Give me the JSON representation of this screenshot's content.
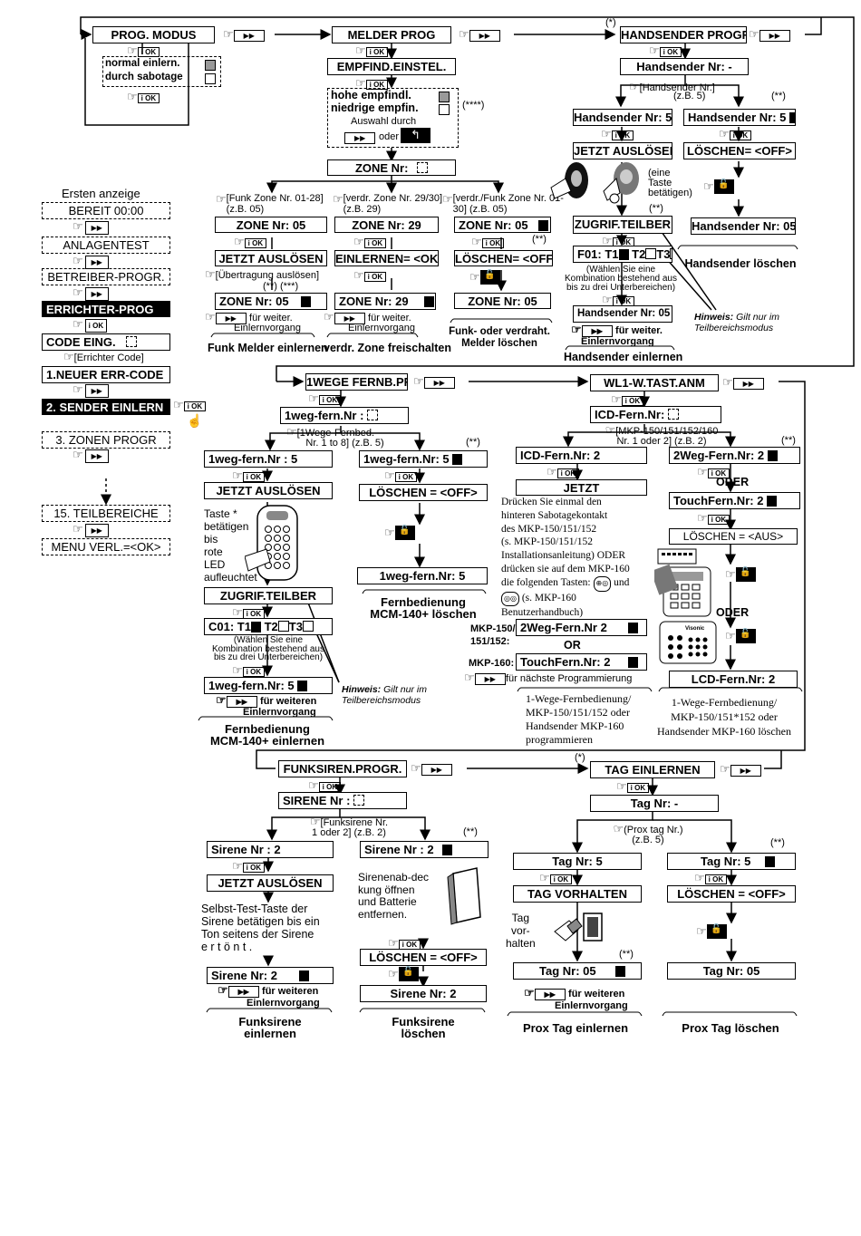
{
  "intro": {
    "title": "Ersten anzeige",
    "menu": [
      "BEREIT 00:00",
      "ANLAGENTEST",
      "BETREIBER-PROGR.",
      "ERRICHTER-PROG",
      "CODE EING.",
      "1.NEUER ERR-CODE",
      "2. SENDER EINLERN",
      "3. ZONEN PROGR",
      "15. TEILBEREICHE",
      "MENU VERL.=<OK>"
    ],
    "code_note": "[Errichter Code]"
  },
  "keys": {
    "ok": "i OK",
    "next": "▶▶"
  },
  "prog_modus": {
    "title": "PROG. MODUS",
    "opt1": "normal einlern.",
    "opt2": "durch sabotage"
  },
  "melder": {
    "title": "MELDER PROG",
    "empf": "EMPFIND.EINSTEL.",
    "opt1": "hohe empfindl.",
    "opt2": "niedrige empfin.",
    "mark": "(****)",
    "auswahl": "Auswahl durch",
    "oder": "oder",
    "zone_nr": "ZONE Nr:",
    "funk_note": "[Funk Zone Nr. 01-28] (z.B. 05)",
    "verdr_note": "[verdr. Zone Nr. 29/30] (z.B. 29)",
    "vf_note": "[verdr./Funk Zone Nr. 01-30] (z.B. 05)",
    "zone05": "ZONE Nr: 05",
    "zone29": "ZONE Nr: 29",
    "jetzt": "JETZT AUSLÖSEN",
    "uebertragung": "[Übertragung auslösen]",
    "einlernen_ok": "EINLERNEN= <OK>",
    "loeschen_off": "LÖSCHEN= <OFF>",
    "mark2": "(**)",
    "mark23": "(**)   (***)",
    "zone05_box": "ZONE Nr: 05",
    "zone29_box": "ZONE Nr: 29",
    "zone05_plain": "ZONE Nr: 05",
    "fuer_weiter": "für weiter.",
    "einlernvorgang": "Einlernvorgang",
    "cap1": "Funk Melder einlernen",
    "cap2": "verdr. Zone freischalten",
    "cap3a": "Funk- oder verdraht.",
    "cap3b": "Melder löschen"
  },
  "handsender": {
    "mark": "(*)",
    "title": "HANDSENDER PROGR",
    "nr": "Handsender Nr: -",
    "note": "[Handsender Nr.]",
    "zb": "(z.B. 5)",
    "mark2": "(**)",
    "nr5": "Handsender Nr: 5",
    "jetzt": "JETZT AUSLÖSEN",
    "loeschen": "LÖSCHEN= <OFF>",
    "eine": "(eine",
    "taste": "Taste",
    "betaetigen": "betätigen)",
    "zugrif": "ZUGRIF.TEILBER",
    "f01": "F01: T1",
    "t2": "T2",
    "t3": "T3",
    "waehlen": "(Wählen Sie eine",
    "kombination": "Kombination bestehend aus",
    "bis": "bis zu drei Unterbereichen)",
    "nr05": "Handsender Nr: 05",
    "fuer_weiter": "für weiter.",
    "einlernvorgang": "Einlernvorgang",
    "cap_ein": "Handsender einlernen",
    "cap_loe": "Handsender löschen",
    "hinweis_b": "Hinweis:",
    "hinweis1": " Gilt nur im",
    "hinweis2": "Teilbereichsmodus",
    "mark3": "(**)"
  },
  "fernb": {
    "title": "1WEGE FERNB.PROG",
    "nr": "1weg-fern.Nr :",
    "note1": "[1Wege-Fernbed.",
    "note2": "Nr. 1 to 8] (z.B. 5)",
    "mark": "(**)",
    "nr5a": "1weg-fern.Nr :   5",
    "nr5b": "1weg-fern.Nr: 5",
    "jetzt": "JETZT AUSLÖSEN",
    "loeschen": "LÖSCHEN = <OFF>",
    "nr5c": "1weg-fern.Nr: 5",
    "taste": [
      "Taste *",
      "betätigen",
      "bis",
      "rote",
      "LED",
      "aufleuchtet"
    ],
    "zugrif": "ZUGRIF.TEILBER",
    "c01": "C01: T1",
    "t2": "T2",
    "t3": "T3",
    "waehlen1": "(Wählen Sie eine",
    "waehlen2": "Kombination bestehend aus",
    "waehlen3": "bis zu drei Unterbereichen)",
    "nr5d": "1weg-fern.Nr: 5",
    "fuer_weiteren": "für weiteren",
    "einlernvorgang": "Einlernvorgang",
    "cap_ein1": "Fernbedienung",
    "cap_ein2": "MCM-140+ einlernen",
    "cap_loe1": "Fernbedienung",
    "cap_loe2": "MCM-140+ löschen",
    "hinweis_b": "Hinweis:",
    "hinweis1": " Gilt nur im",
    "hinweis2": "Teilbereichsmodus"
  },
  "wl1": {
    "title": "WL1-W.TAST.ANM",
    "icd": "ICD-Fern.Nr:",
    "note1": "[MKP-150/151/152/160",
    "note2": "Nr. 1 oder 2] (z.B. 2)",
    "mark": "(**)",
    "icd2": "ICD-Fern.Nr:  2",
    "weg2": "2Weg-Fern.Nr: 2",
    "jetzt": "JETZT",
    "oder1": "ODER",
    "touch": "TouchFern.Nr:  2",
    "loeschen": "LÖSCHEN = <AUS>",
    "oder2": "ODER",
    "lcd": "LCD-Fern.Nr:  2",
    "instr": [
      "Drücken Sie einmal den",
      "hinteren Sabotagekontakt",
      "des MKP-150/151/152",
      "(s. MKP-150/151/152",
      "Installationsanleitung) ODER",
      "drücken sie auf dem MKP-160",
      "die folgenden Tasten:",
      "(s. MKP-160",
      "Benutzerhandbuch)"
    ],
    "und": "und",
    "mkp150_a": "MKP-150/",
    "mkp150_b": "151/152:",
    "weg2b": "2Weg-Fern.Nr 2",
    "or": "OR",
    "mkp160": "MKP-160:",
    "touch2": "TouchFern.Nr: 2",
    "naechste": "für nächste Programmierung",
    "cap_ein": [
      "1-Wege-Fernbedienung/",
      "MKP-150/151/152 oder",
      "Handsender MKP-160",
      "programmieren"
    ],
    "cap_loe": [
      "1-Wege-Fernbedienung/",
      "MKP-150/151*152 oder",
      "Handsender MKP-160 löschen"
    ],
    "brand": "Visonic"
  },
  "sirene": {
    "title": "FUNKSIREN.PROGR.",
    "nr": "SIRENE Nr :",
    "note1": "[Funksirene Nr.",
    "note2": "1 oder 2] (z.B. 2)",
    "mark": "(**)",
    "nr2a": "Sirene Nr :   2",
    "nr2b": "Sirene Nr :   2",
    "jetzt": "JETZT AUSLÖSEN",
    "selbst": [
      "Selbst-Test-Taste der",
      "Sirene betätigen bis ein",
      "Ton seitens der Sirene",
      "e r t ö n t ."
    ],
    "abdeck": [
      "Sirenenab-dec",
      "kung öffnen",
      "und Batterie",
      "entfernen."
    ],
    "loeschen": "LÖSCHEN = <OFF>",
    "nr2c": "Sirene Nr: 2",
    "nr2d": "Sirene Nr: 2",
    "fuer_weiteren": "für weiteren",
    "einlernvorgang": "Einlernvorgang",
    "cap_ein1": "Funksirene",
    "cap_ein2": "einlernen",
    "cap_loe1": "Funksirene",
    "cap_loe2": "löschen"
  },
  "tag": {
    "mark": "(*)",
    "title": "TAG EINLERNEN",
    "nr": "Tag Nr: -",
    "note1": "(Prox tag Nr.)",
    "note2": "(z.B. 5)",
    "mark2": "(**)",
    "nr5a": "Tag Nr: 5",
    "nr5b": "Tag Nr: 5",
    "vorhalten": "TAG VORHALTEN",
    "loeschen": "LÖSCHEN = <OFF>",
    "tagvh": [
      "Tag",
      "vor-",
      "halten"
    ],
    "mark3": "(**)",
    "nr05a": "Tag Nr: 05",
    "nr05b": "Tag Nr: 05",
    "fuer_weiteren": "für weiteren",
    "einlernvorgang": "Einlernvorgang",
    "cap_ein": "Prox Tag einlernen",
    "cap_loe": "Prox Tag löschen"
  }
}
